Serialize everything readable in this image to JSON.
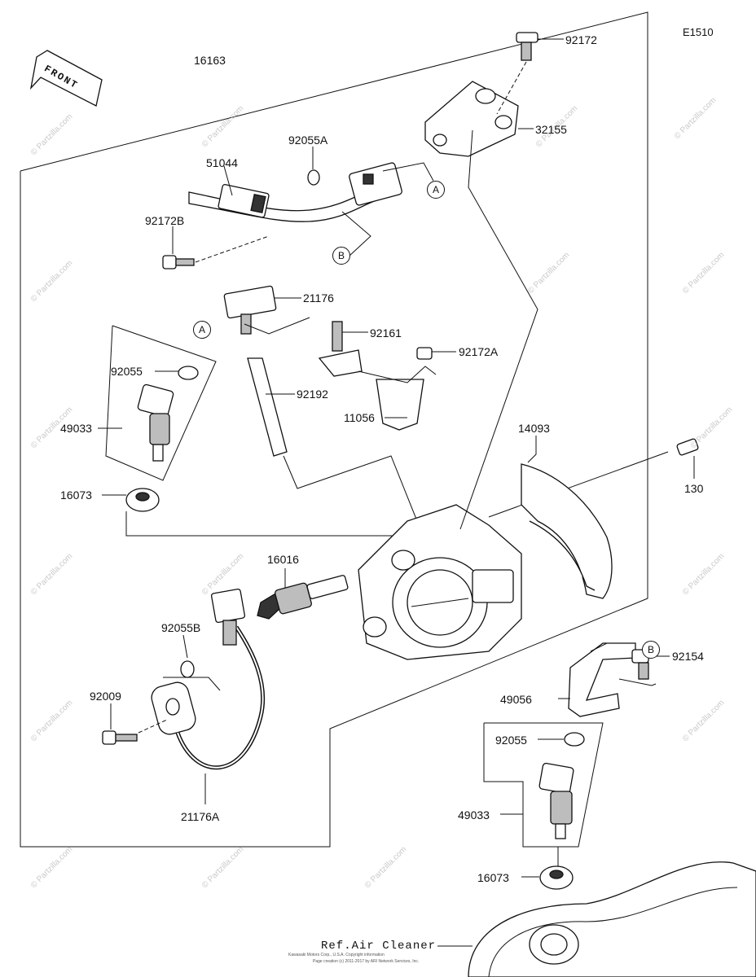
{
  "diagram_code": "E1510",
  "front_label": "FRONT",
  "ref_note": "Ref.Air Cleaner",
  "watermark": "© Partzilla.com",
  "footer_fine_print": [
    "Kawasaki Motors Corp., U.S.A. Copyright information",
    "Page creation (c) 2011-2017 by ARI Network Services, Inc."
  ],
  "callouts": {
    "a": "A",
    "b": "B"
  },
  "part_labels": {
    "p16163": "16163",
    "p92172": "92172",
    "p32155": "32155",
    "p92055A": "92055A",
    "p51044": "51044",
    "p92172B": "92172B",
    "p21176": "21176",
    "p92161": "92161",
    "p92172A": "92172A",
    "p92055_upper": "92055",
    "p92192": "92192",
    "p49033_upper": "49033",
    "p11056": "11056",
    "p14093": "14093",
    "p16073_upper": "16073",
    "p130": "130",
    "p16016": "16016",
    "p92055B": "92055B",
    "p92009": "92009",
    "p21176A": "21176A",
    "p92154": "92154",
    "p49056": "49056",
    "p92055_lower": "92055",
    "p49033_lower": "49033",
    "p16073_lower": "16073"
  }
}
